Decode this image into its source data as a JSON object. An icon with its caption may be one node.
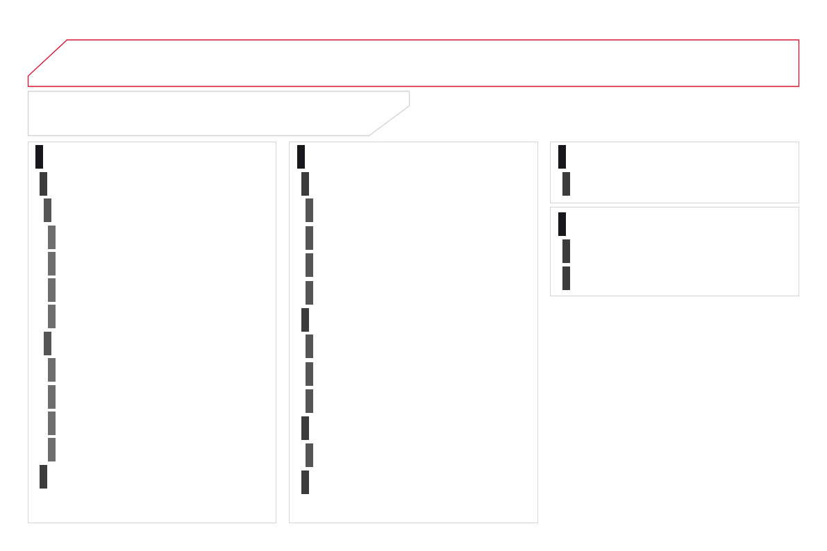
{
  "diagram": {
    "nodes": [
      {
        "text": [],
        "shape": "banner"
      },
      {
        "text": [],
        "shape": "banner"
      },
      {
        "text": [],
        "shape": "box"
      },
      {
        "text": [],
        "shape": "bar",
        "in": 2
      },
      {
        "text": [],
        "shape": "bar",
        "in": 2
      },
      {
        "text": [],
        "shape": "bar",
        "in": 2
      },
      {
        "text": [],
        "shape": "bar",
        "in": 2
      },
      {
        "text": [],
        "shape": "bar",
        "in": 2
      },
      {
        "text": [],
        "shape": "bar",
        "in": 2
      },
      {
        "text": [],
        "shape": "bar",
        "in": 2
      },
      {
        "text": [],
        "shape": "bar",
        "in": 2
      },
      {
        "text": [],
        "shape": "bar",
        "in": 2
      },
      {
        "text": [],
        "shape": "bar",
        "in": 2
      },
      {
        "text": [],
        "shape": "bar",
        "in": 2
      },
      {
        "text": [],
        "shape": "bar",
        "in": 2
      },
      {
        "text": [],
        "shape": "bar",
        "in": 2
      },
      {
        "text": [],
        "shape": "box"
      },
      {
        "text": [],
        "shape": "bar",
        "in": 16
      },
      {
        "text": [],
        "shape": "bar",
        "in": 16
      },
      {
        "text": [],
        "shape": "bar",
        "in": 16
      },
      {
        "text": [],
        "shape": "bar",
        "in": 16
      },
      {
        "text": [],
        "shape": "bar",
        "in": 16
      },
      {
        "text": [],
        "shape": "bar",
        "in": 16
      },
      {
        "text": [],
        "shape": "bar",
        "in": 16
      },
      {
        "text": [],
        "shape": "bar",
        "in": 16
      },
      {
        "text": [],
        "shape": "bar",
        "in": 16
      },
      {
        "text": [],
        "shape": "bar",
        "in": 16
      },
      {
        "text": [],
        "shape": "bar",
        "in": 16
      },
      {
        "text": [],
        "shape": "bar",
        "in": 16
      },
      {
        "text": [],
        "shape": "bar",
        "in": 16
      },
      {
        "text": [],
        "shape": "box"
      },
      {
        "text": [],
        "shape": "bar",
        "in": 30
      },
      {
        "text": [],
        "shape": "bar",
        "in": 30
      },
      {
        "text": [],
        "shape": "box"
      },
      {
        "text": [],
        "shape": "bar",
        "in": 33
      },
      {
        "text": [],
        "shape": "bar",
        "in": 33
      },
      {
        "text": [],
        "shape": "bar",
        "in": 33
      }
    ]
  }
}
